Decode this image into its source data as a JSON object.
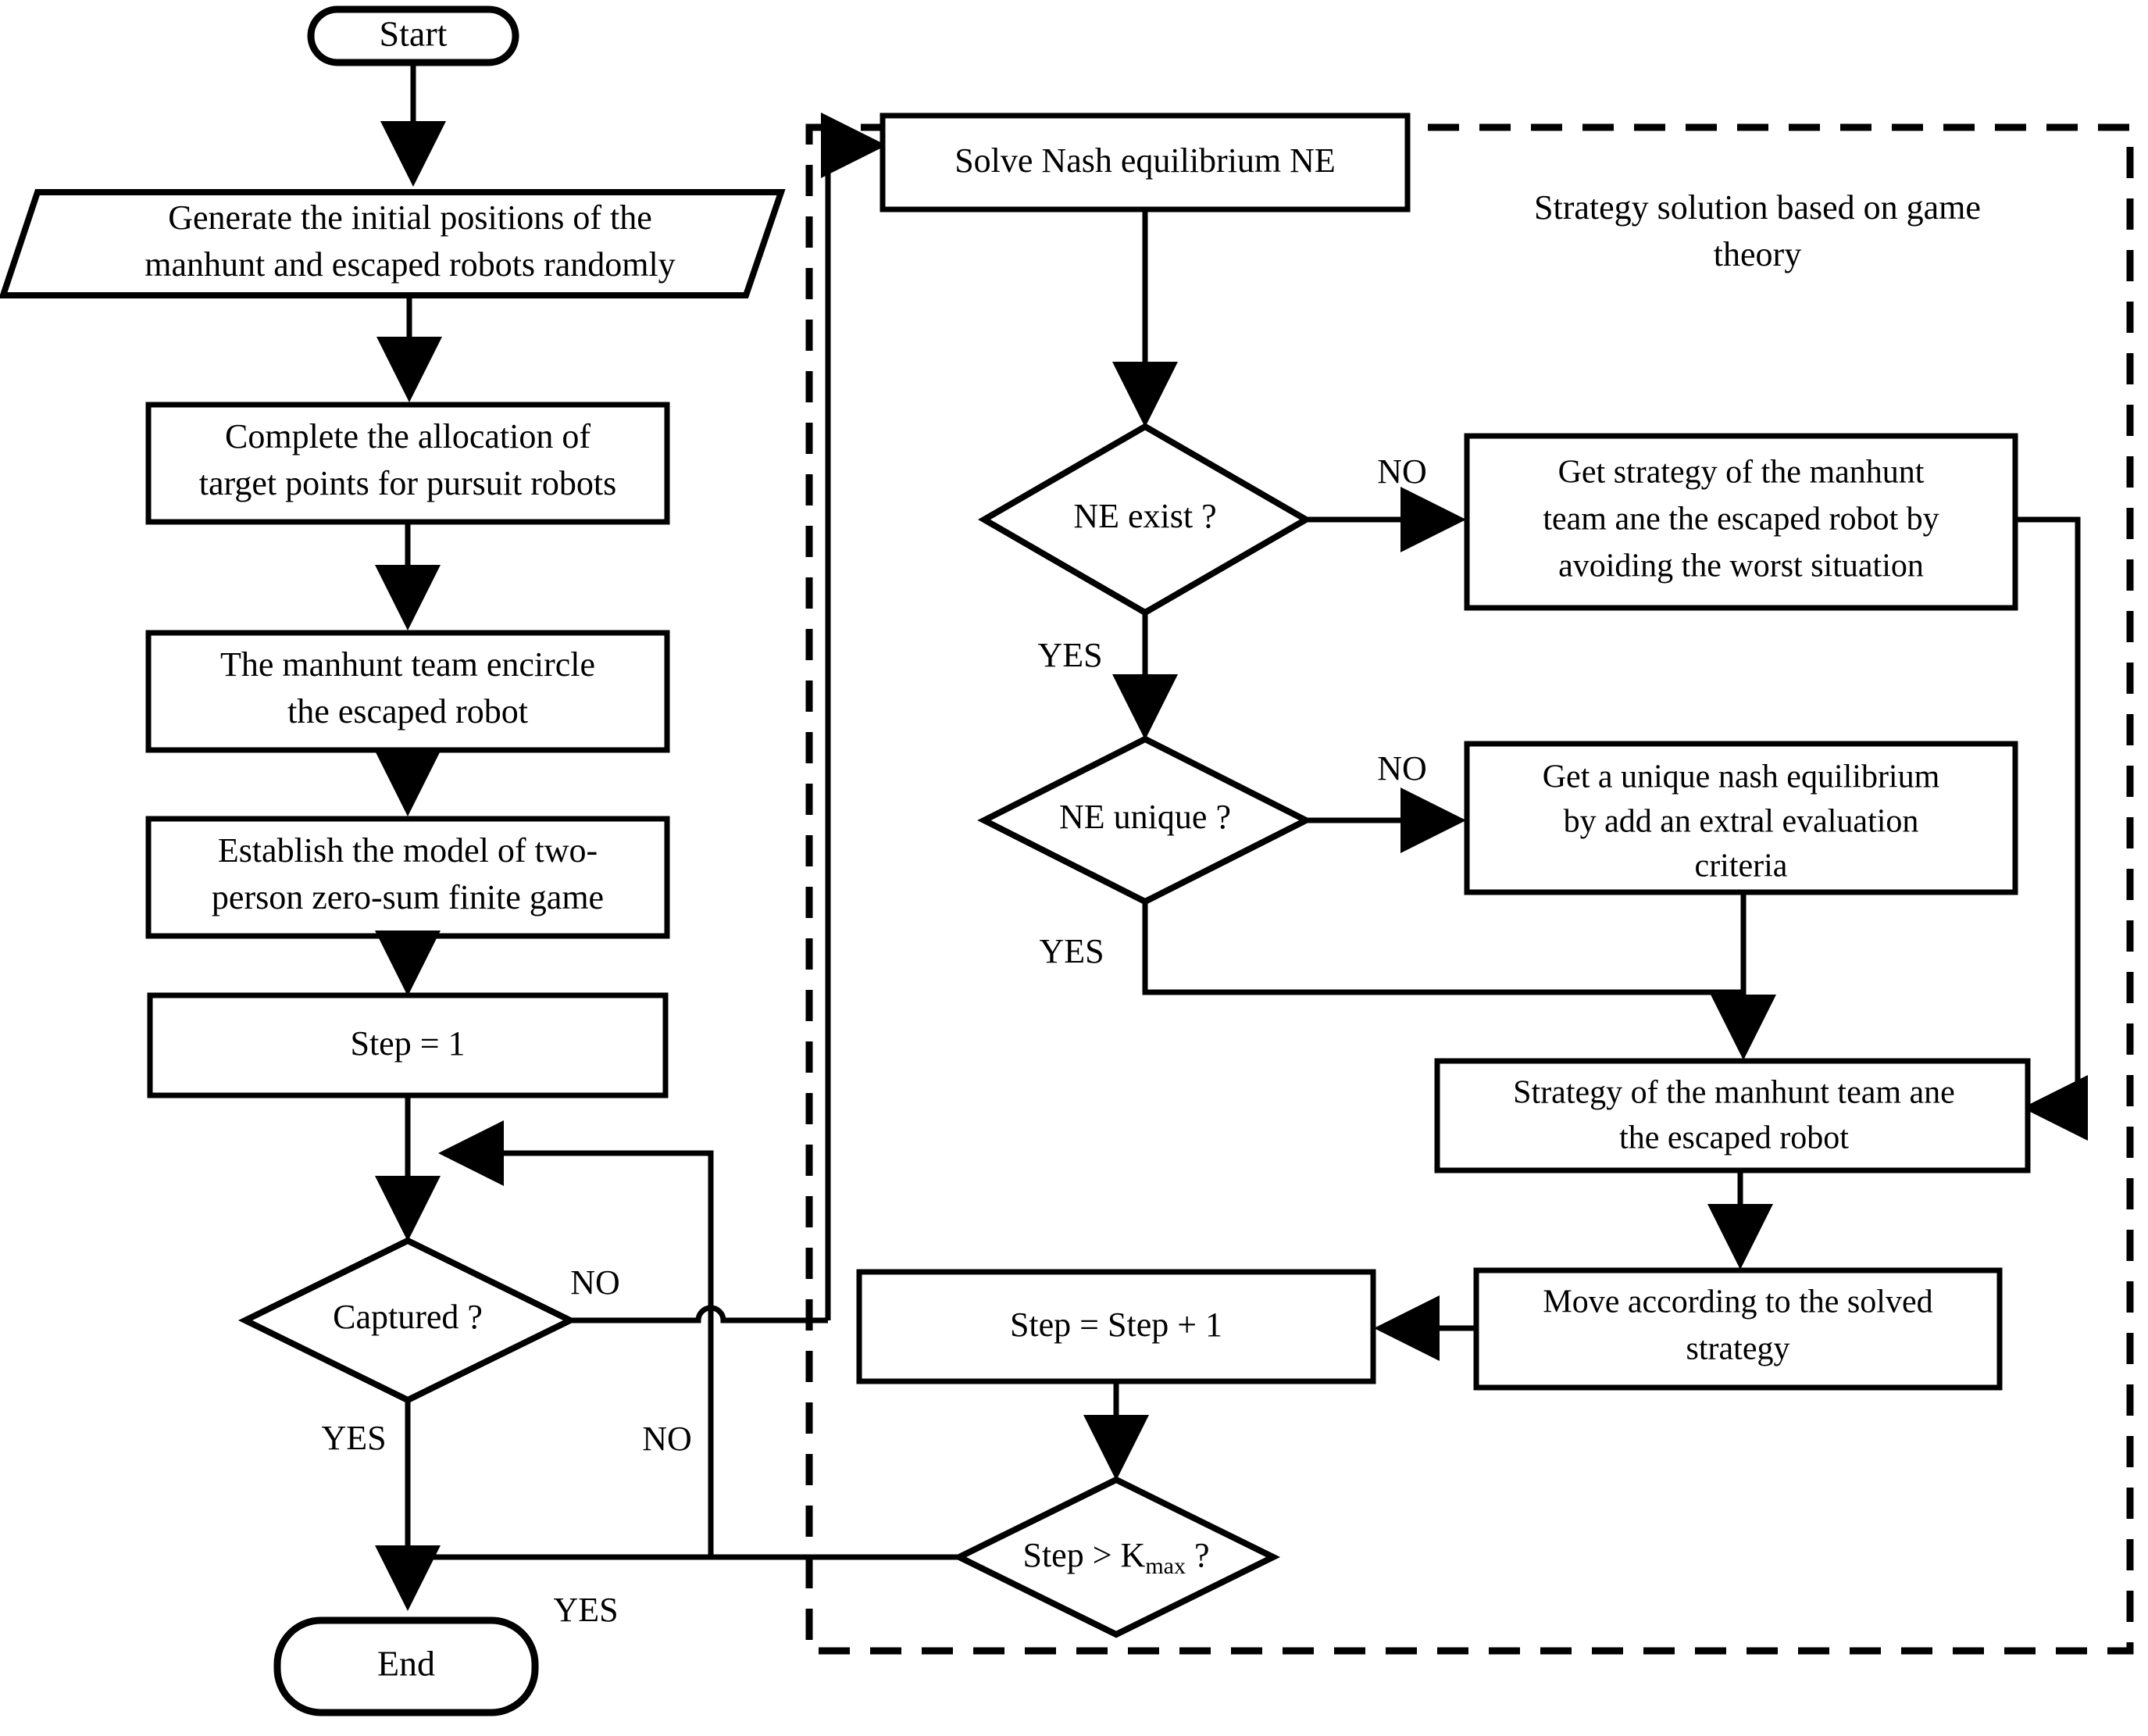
{
  "diagram": {
    "title_annotation": "Strategy solution based on game theory",
    "nodes": {
      "start": "Start",
      "generate": [
        "Generate the initial positions of the",
        "manhunt and escaped robots randomly"
      ],
      "allocate": [
        "Complete the allocation of",
        "target points for pursuit robots"
      ],
      "encircle": [
        "The manhunt team  encircle",
        "the escaped robot"
      ],
      "model": [
        "Establish the model of two-",
        "person zero-sum finite game"
      ],
      "step_init": "Step = 1",
      "captured": "Captured ?",
      "end": "End",
      "solve_ne": "Solve Nash equilibrium NE",
      "ne_exist": "NE exist ?",
      "ne_unique": "NE unique ?",
      "worst_case": [
        "Get strategy of  the manhunt",
        "team ane the escaped robot by",
        "avoiding the worst situation"
      ],
      "extra_criteria": [
        "Get a unique nash equilibrium",
        "by add an extral evaluation",
        "criteria"
      ],
      "strategy_result": [
        "Strategy of  the manhunt team ane",
        "the escaped robot"
      ],
      "move": [
        "Move according to the solved",
        "strategy"
      ],
      "step_inc": "Step =  Step + 1",
      "step_kmax_prefix": "Step > K",
      "step_kmax_sub": "max",
      "step_kmax_suffix": " ?"
    },
    "edge_labels": {
      "captured_no": "NO",
      "captured_yes": "YES",
      "ne_exist_no": "NO",
      "ne_exist_yes": "YES",
      "ne_unique_no": "NO",
      "ne_unique_yes": "YES",
      "kmax_no": "NO",
      "kmax_yes": "YES"
    },
    "colors": {
      "stroke": "#000000",
      "fill": "#ffffff",
      "background": "#ffffff"
    }
  }
}
